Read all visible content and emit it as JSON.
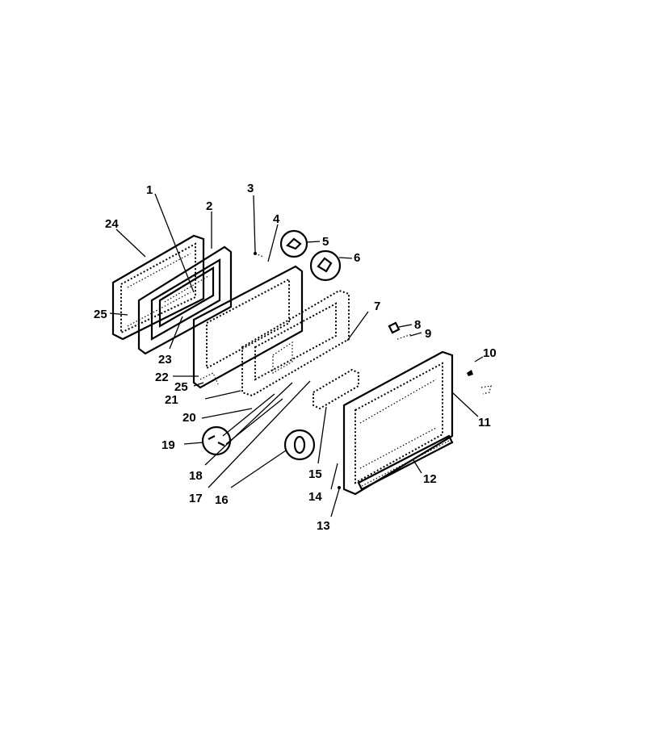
{
  "callouts": {
    "c1": "1",
    "c2": "2",
    "c3": "3",
    "c4": "4",
    "c5": "5",
    "c6": "6",
    "c7": "7",
    "c8": "8",
    "c9": "9",
    "c10": "10",
    "c11": "11",
    "c12": "12",
    "c13": "13",
    "c14": "14",
    "c15": "15",
    "c16": "16",
    "c17": "17",
    "c18": "18",
    "c19": "19",
    "c20": "20",
    "c21": "21",
    "c22": "22",
    "c23": "23",
    "c24": "24",
    "c25a": "25",
    "c25b": "25"
  }
}
